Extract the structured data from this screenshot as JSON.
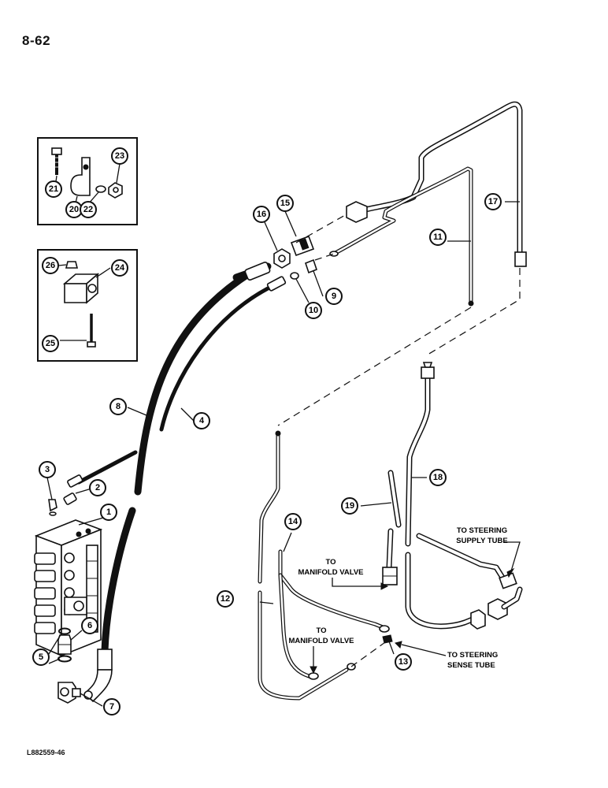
{
  "page_number": "8-62",
  "footer_code": "L882559-46",
  "callouts": [
    "1",
    "2",
    "3",
    "4",
    "5",
    "6",
    "7",
    "8",
    "9",
    "10",
    "11",
    "12",
    "13",
    "14",
    "15",
    "16",
    "17",
    "18",
    "19",
    "20",
    "21",
    "22",
    "23",
    "24",
    "25",
    "26"
  ],
  "notes": {
    "steering_supply": [
      "TO STEERING",
      "SUPPLY TUBE"
    ],
    "manifold_upper": [
      "TO",
      "MANIFOLD VALVE"
    ],
    "manifold_lower": [
      "TO",
      "MANIFOLD VALVE"
    ],
    "steering_sense": [
      "TO STEERING",
      "SENSE TUBE"
    ]
  }
}
